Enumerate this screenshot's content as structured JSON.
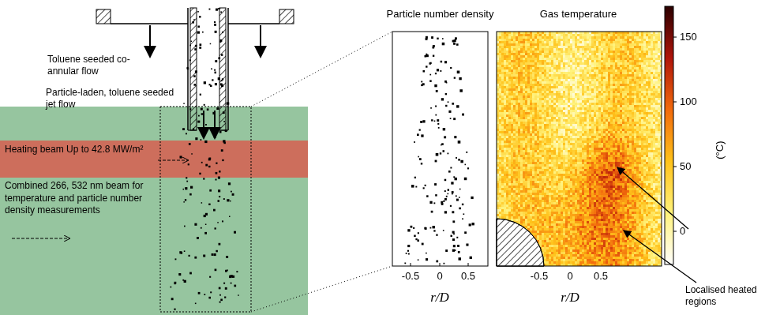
{
  "diagram": {
    "nodes": [
      {
        "text": [
          "Heating beam Up to 42.8 MW/m²"
        ]
      },
      {
        "text": [
          "Combined 266, 532 nm beam for temperature and particle number density measurements"
        ]
      },
      {
        "text": [
          "Particle number density"
        ]
      },
      {
        "text": [
          "Gas temperature"
        ]
      }
    ],
    "labels": [
      "Toluene seeded co-annular flow",
      "Particle-laden, toluene seeded jet flow",
      "-0.5",
      "0",
      "0.5",
      "r/D",
      "-0.5",
      "0",
      "0.5",
      "r/D",
      "150",
      "100",
      "50",
      "0",
      "(°C)",
      "Localised heated regions"
    ]
  }
}
